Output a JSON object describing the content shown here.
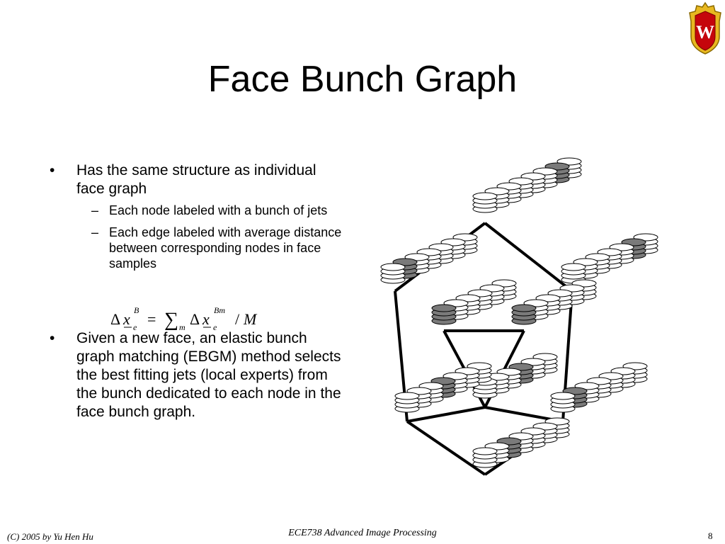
{
  "slide": {
    "title": "Face Bunch Graph",
    "bullets": [
      {
        "text": "Has the same structure as individual face graph",
        "sub": [
          "Each node labeled with a bunch of jets",
          "Each edge labeled with average distance between corresponding nodes in face samples"
        ]
      },
      {
        "text": "Given a new face, an elastic bunch graph matching (EBGM) method selects the best fitting jets (local experts) from the bunch dedicated to each node in the face bunch graph."
      }
    ],
    "bullet_glyph": "•",
    "dash_glyph": "–",
    "formula": {
      "delta": "Δ",
      "x": "x",
      "sup_left": "B",
      "sub_left": "e",
      "equals": "=",
      "sum": "∑",
      "sum_sub": "m",
      "sup_right": "Bm",
      "sub_right": "e",
      "slash": "/",
      "M": "M"
    },
    "logo_letter": "W"
  },
  "footer": {
    "left": "(C) 2005 by Yu Hen Hu",
    "center": "ECE738 Advanced Image Processing",
    "page": "8"
  },
  "colors": {
    "logo_red": "#c5050c",
    "logo_gold": "#e8b820",
    "disk_light": "#ffffff",
    "disk_dark": "#7a7a7a"
  }
}
